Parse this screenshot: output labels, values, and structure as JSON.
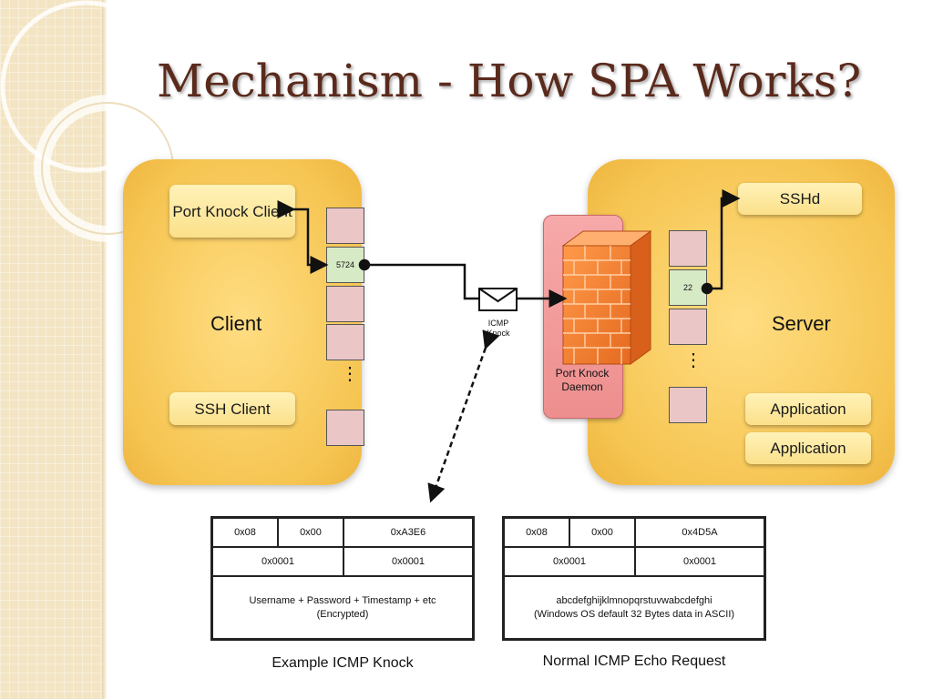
{
  "title": "Mechanism - How SPA Works?",
  "client": {
    "label": "Client",
    "port_knock_client": "Port Knock Client",
    "ssh_client": "SSH Client",
    "port_value": "5724"
  },
  "server": {
    "label": "Server",
    "sshd": "SSHd",
    "applications": [
      "Application",
      "Application"
    ],
    "port_value": "22"
  },
  "daemon": {
    "label": "Port Knock Daemon"
  },
  "icmp": {
    "label": "ICMP Knock"
  },
  "packets": [
    {
      "caption": "Example ICMP Knock",
      "row1": [
        "0x08",
        "0x00",
        "0xA3E6"
      ],
      "row2": [
        "0x0001",
        "0x0001"
      ],
      "payload_line1": "Username + Password + Timestamp + etc",
      "payload_line2": "(Encrypted)"
    },
    {
      "caption": "Normal ICMP Echo Request",
      "row1": [
        "0x08",
        "0x00",
        "0x4D5A"
      ],
      "row2": [
        "0x0001",
        "0x0001"
      ],
      "payload_line1": "abcdefghijklmnopqrstuvwabcdefghi",
      "payload_line2": "(Windows OS default 32 Bytes data in ASCII)"
    }
  ],
  "colors": {
    "title": "#5a2a1c",
    "panel": "#f6c552",
    "port_pink": "#ebc6c6",
    "port_green": "#d6eac6",
    "daemon": "#f29a9a",
    "firewall": "#f08a3a"
  }
}
